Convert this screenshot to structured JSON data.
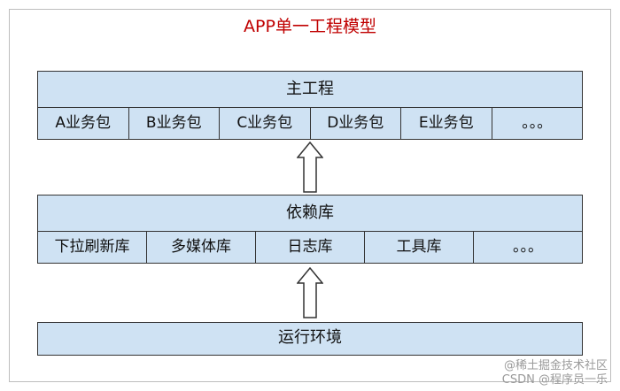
{
  "diagram": {
    "title": "APP单一工程模型",
    "main_project": {
      "label": "主工程",
      "modules": [
        "A业务包",
        "B业务包",
        "C业务包",
        "D业务包",
        "E业务包",
        "。。。"
      ]
    },
    "dependency": {
      "label": "依赖库",
      "modules": [
        "下拉刷新库",
        "多媒体库",
        "日志库",
        "工具库",
        "。。。"
      ]
    },
    "runtime": {
      "label": "运行环境"
    },
    "watermark": {
      "line1": "@稀土掘金技术社区",
      "line2": "CSDN @程序员一乐"
    },
    "colors": {
      "title": "#c00000",
      "box_fill": "#cfe2f3",
      "border": "#333333"
    }
  }
}
